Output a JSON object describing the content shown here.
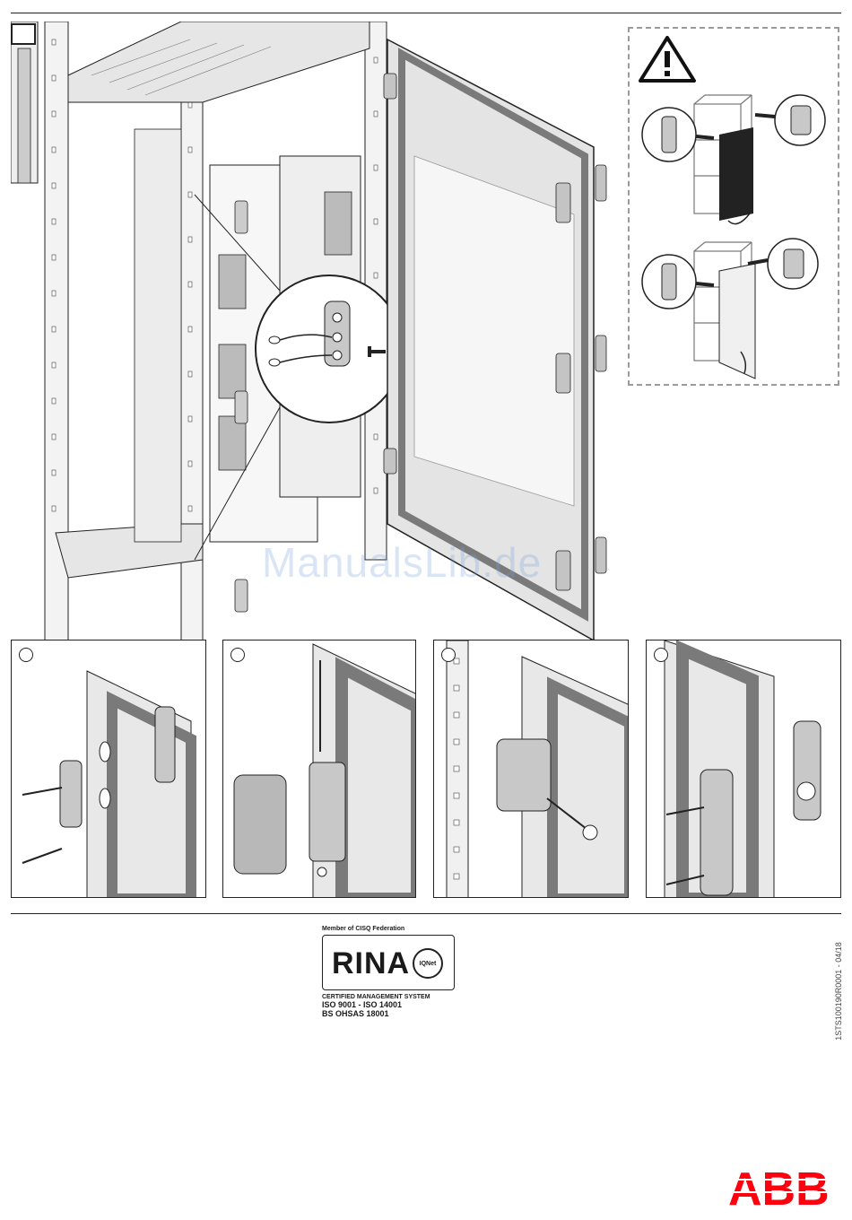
{
  "watermark": "ManualsLib.de",
  "steps": [
    {
      "name": "step-1"
    },
    {
      "name": "step-2"
    },
    {
      "name": "step-3"
    },
    {
      "name": "step-4"
    }
  ],
  "certification": {
    "member_of": "Member of CISQ Federation",
    "brand": "RINA",
    "seal": "IQNet",
    "system": "CERTIFIED MANAGEMENT SYSTEM",
    "iso_line_1": "ISO 9001 - ISO 14001",
    "iso_line_2": "BS OHSAS 18001"
  },
  "document_code": "1STS100190R0001 - 04/18",
  "logo": "ABB",
  "colors": {
    "abb_red": "#ff000f",
    "line": "#222222",
    "panel_gray": "#d0d0d0",
    "gasket": "#7a7a7a"
  }
}
